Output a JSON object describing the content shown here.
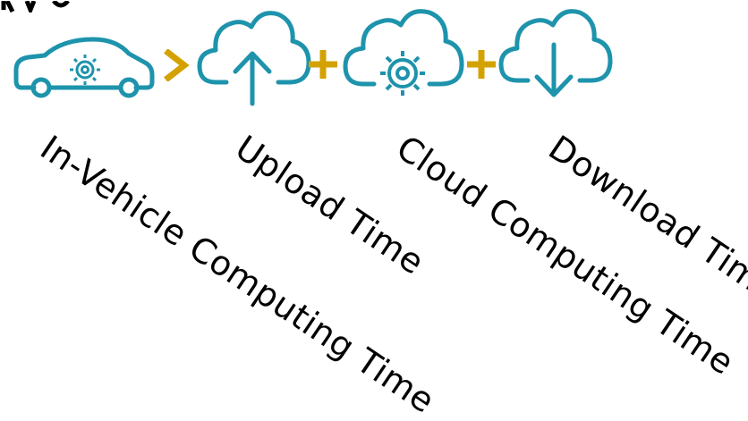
{
  "colors": {
    "icon": "#1e93ac",
    "operator": "#d4a200",
    "text": "#000000"
  },
  "icons": [
    "car-gear-icon",
    "cloud-upload-icon",
    "cloud-gear-icon",
    "cloud-download-icon"
  ],
  "operators": [
    ">",
    "+",
    "+"
  ],
  "labels": {
    "in_vehicle": "In-Vehicle Computing Time",
    "upload": "Upload Time",
    "cloud": "Cloud Computing Time",
    "download": "Download Time"
  }
}
